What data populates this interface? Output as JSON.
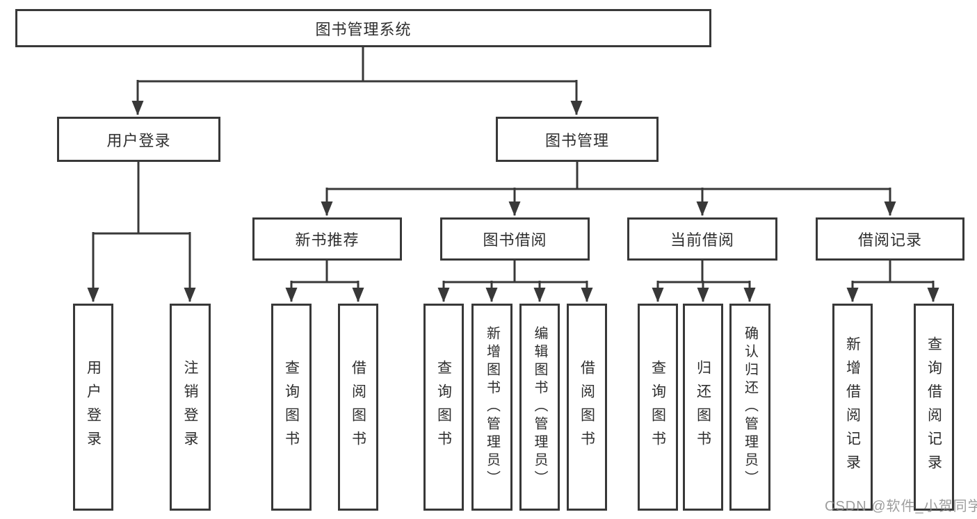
{
  "diagram": {
    "root": {
      "label": "图书管理系统"
    },
    "branches": [
      {
        "label": "用户登录",
        "children": [
          {
            "label": "用户登录"
          },
          {
            "label": "注销登录"
          }
        ]
      },
      {
        "label": "图书管理",
        "children": [
          {
            "label": "新书推荐",
            "children": [
              {
                "label": "查询图书"
              },
              {
                "label": "借阅图书"
              }
            ]
          },
          {
            "label": "图书借阅",
            "children": [
              {
                "label": "查询图书"
              },
              {
                "label": "新增图书（管理员）"
              },
              {
                "label": "编辑图书（管理员）"
              },
              {
                "label": "借阅图书"
              }
            ]
          },
          {
            "label": "当前借阅",
            "children": [
              {
                "label": "查询图书"
              },
              {
                "label": "归还图书"
              },
              {
                "label": "确认归还（管理员）"
              }
            ]
          },
          {
            "label": "借阅记录",
            "children": [
              {
                "label": "新增借阅记录"
              },
              {
                "label": "查询借阅记录"
              }
            ]
          }
        ]
      }
    ]
  },
  "watermark": "CSDN @软件_小贺同学",
  "colors": {
    "line": "#383838",
    "text": "#2e2e2e",
    "watermark": "#8c8c8c",
    "background": "#ffffff"
  }
}
